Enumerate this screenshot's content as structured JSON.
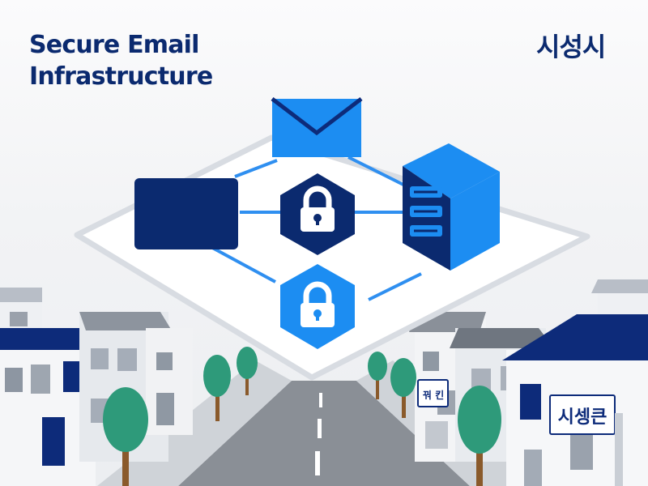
{
  "title": {
    "line1": "Secure Email",
    "line2": "Infrastructure"
  },
  "corner_label": "시성시",
  "signs": {
    "left_shop": "꿔 킨",
    "right_shop": "시셍큰"
  },
  "icons": {
    "email": "envelope-icon",
    "server": "server-icon",
    "locks": [
      "lock-icon",
      "lock-icon"
    ]
  },
  "colors": {
    "navy": "#0b2a6f",
    "blue": "#2f8ff0",
    "bright_blue": "#1c8df2",
    "tree": "#2e9a7a",
    "trunk": "#8a5a2b"
  }
}
